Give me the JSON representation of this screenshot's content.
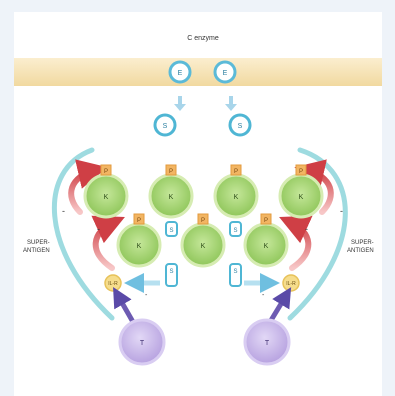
{
  "diagram": {
    "top_label": "C enzyme",
    "left_label_line1": "SUPER-",
    "left_label_line2": "ANTIGEN",
    "right_label_line1": "SUPER-",
    "right_label_line2": "ANTIGEN",
    "membrane_node_label": "E",
    "signal_node_label": "S",
    "kinase_label": "K",
    "phosphate_label": "P",
    "receptor_label": "IL-R",
    "t_cell_label": "T",
    "inhibitor_sign": "-",
    "colors": {
      "frame_bg": "#eef3f9",
      "inner_bg": "#ffffff",
      "membrane": "#f5e3b4",
      "membrane_node": "#5bbad8",
      "signal_node": "#4fb6d4",
      "kinase_outer": "#d6ecb2",
      "kinase_inner": "#a9d56d",
      "phosphate": "#f2b563",
      "red_arrow": "#cf3f45",
      "teal_arc": "#7fd0d8",
      "t_cell": "#c8b6e8",
      "purple_arrow": "#6d5bb2",
      "receptor": "#f1cf6a"
    }
  }
}
